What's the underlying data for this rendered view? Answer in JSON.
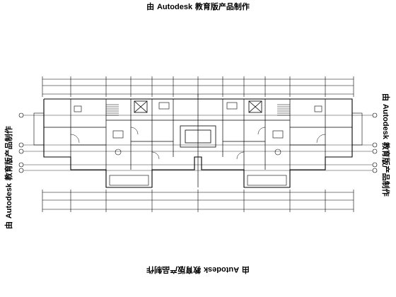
{
  "watermark": {
    "prefix": "由",
    "brand": "Autodesk",
    "suffix": "教育版产品制作"
  },
  "drawing": {
    "kind": "architectural floor plan",
    "symmetry": "mirrored left-right units",
    "line_color": "#000000",
    "background_color": "#ffffff"
  }
}
